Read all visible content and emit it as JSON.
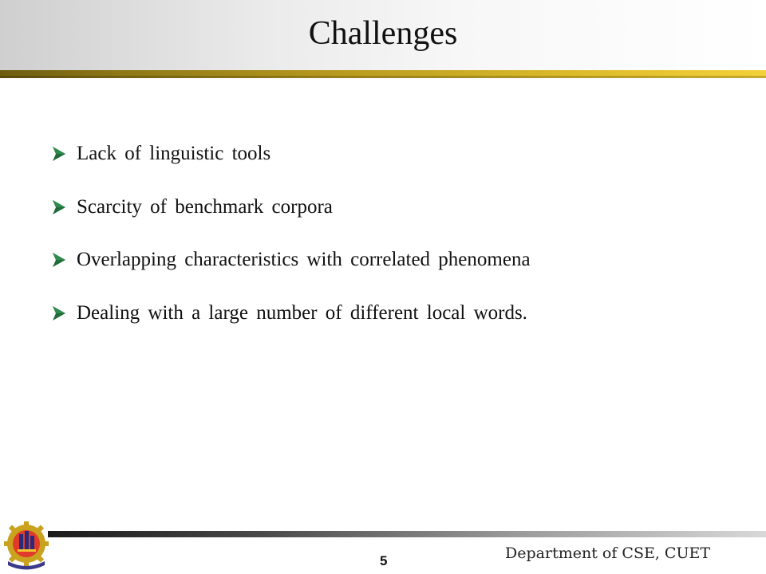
{
  "slide": {
    "title": "Challenges",
    "bullets": [
      "Lack of linguistic tools",
      "Scarcity of benchmark corpora",
      "Overlapping characteristics with correlated phenomena",
      "Dealing with a large number of different local words."
    ],
    "bullet_icon": "arrowhead-bullet-icon",
    "bullet_color": "#1f6b3a"
  },
  "footer": {
    "page_number": "5",
    "department": "Department of CSE, CUET",
    "logo_icon": "cuet-logo-icon"
  },
  "colors": {
    "gold_bar": "#c9a825",
    "footer_bar": "#4a4a4a"
  }
}
